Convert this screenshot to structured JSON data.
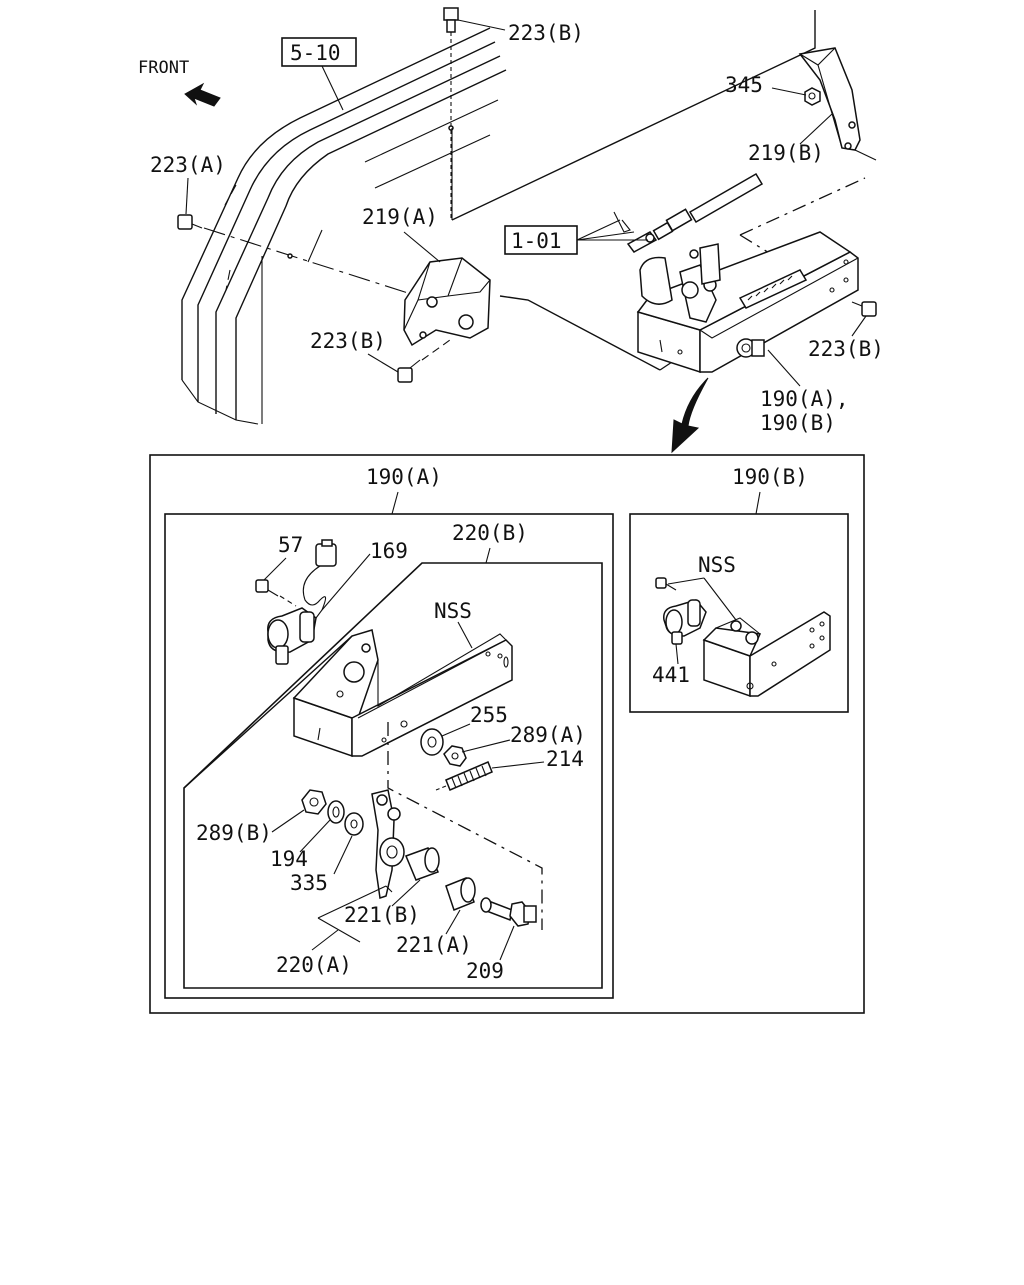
{
  "front": "FRONT",
  "refs": {
    "r510": "5-10",
    "r101": "1-01"
  },
  "labels": {
    "l223b_top": "223(B)",
    "l345": "345",
    "l219b": "219(B)",
    "l223a": "223(A)",
    "l219a": "219(A)",
    "l223b_left": "223(B)",
    "l223b_right": "223(B)",
    "l190ab_1": "190(A),",
    "l190ab_2": "190(B)"
  },
  "detail_a": {
    "title": "190(A)",
    "sub": "220(B)",
    "parts": {
      "p57": "57",
      "p169": "169",
      "nss": "NSS",
      "p255": "255",
      "p289a": "289(A)",
      "p214": "214",
      "p289b": "289(B)",
      "p194": "194",
      "p335": "335",
      "p221b": "221(B)",
      "p221a": "221(A)",
      "p220a": "220(A)",
      "p209": "209"
    }
  },
  "detail_b": {
    "title": "190(B)",
    "parts": {
      "nss": "NSS",
      "p441": "441"
    }
  }
}
